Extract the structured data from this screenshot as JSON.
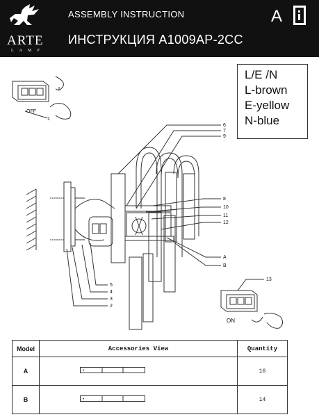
{
  "header": {
    "brand": "ARTE",
    "brand_sub": "LAMP",
    "title_en": "ASSEMBLY INSTRUCTION",
    "title_ru": "ИНСТРУКЦИЯ A1009AP-2CC",
    "page_letter": "A"
  },
  "wiring_legend": [
    "L/E /N",
    "L-brown",
    "E-yellow",
    "N-blue"
  ],
  "diagram": {
    "switch_labels": [
      "OFF",
      "ON"
    ],
    "callouts": [
      "1",
      "2",
      "3",
      "4",
      "5",
      "6",
      "7",
      "8",
      "9",
      "10",
      "11",
      "12",
      "13",
      "A",
      "B"
    ]
  },
  "accessories": {
    "headers": [
      "Model",
      "Accessories View",
      "Quantity"
    ],
    "rows": [
      {
        "model": "A",
        "quantity": "16"
      },
      {
        "model": "B",
        "quantity": "14"
      }
    ]
  },
  "colors": {
    "header_bg": "#111111",
    "line": "#333333"
  }
}
